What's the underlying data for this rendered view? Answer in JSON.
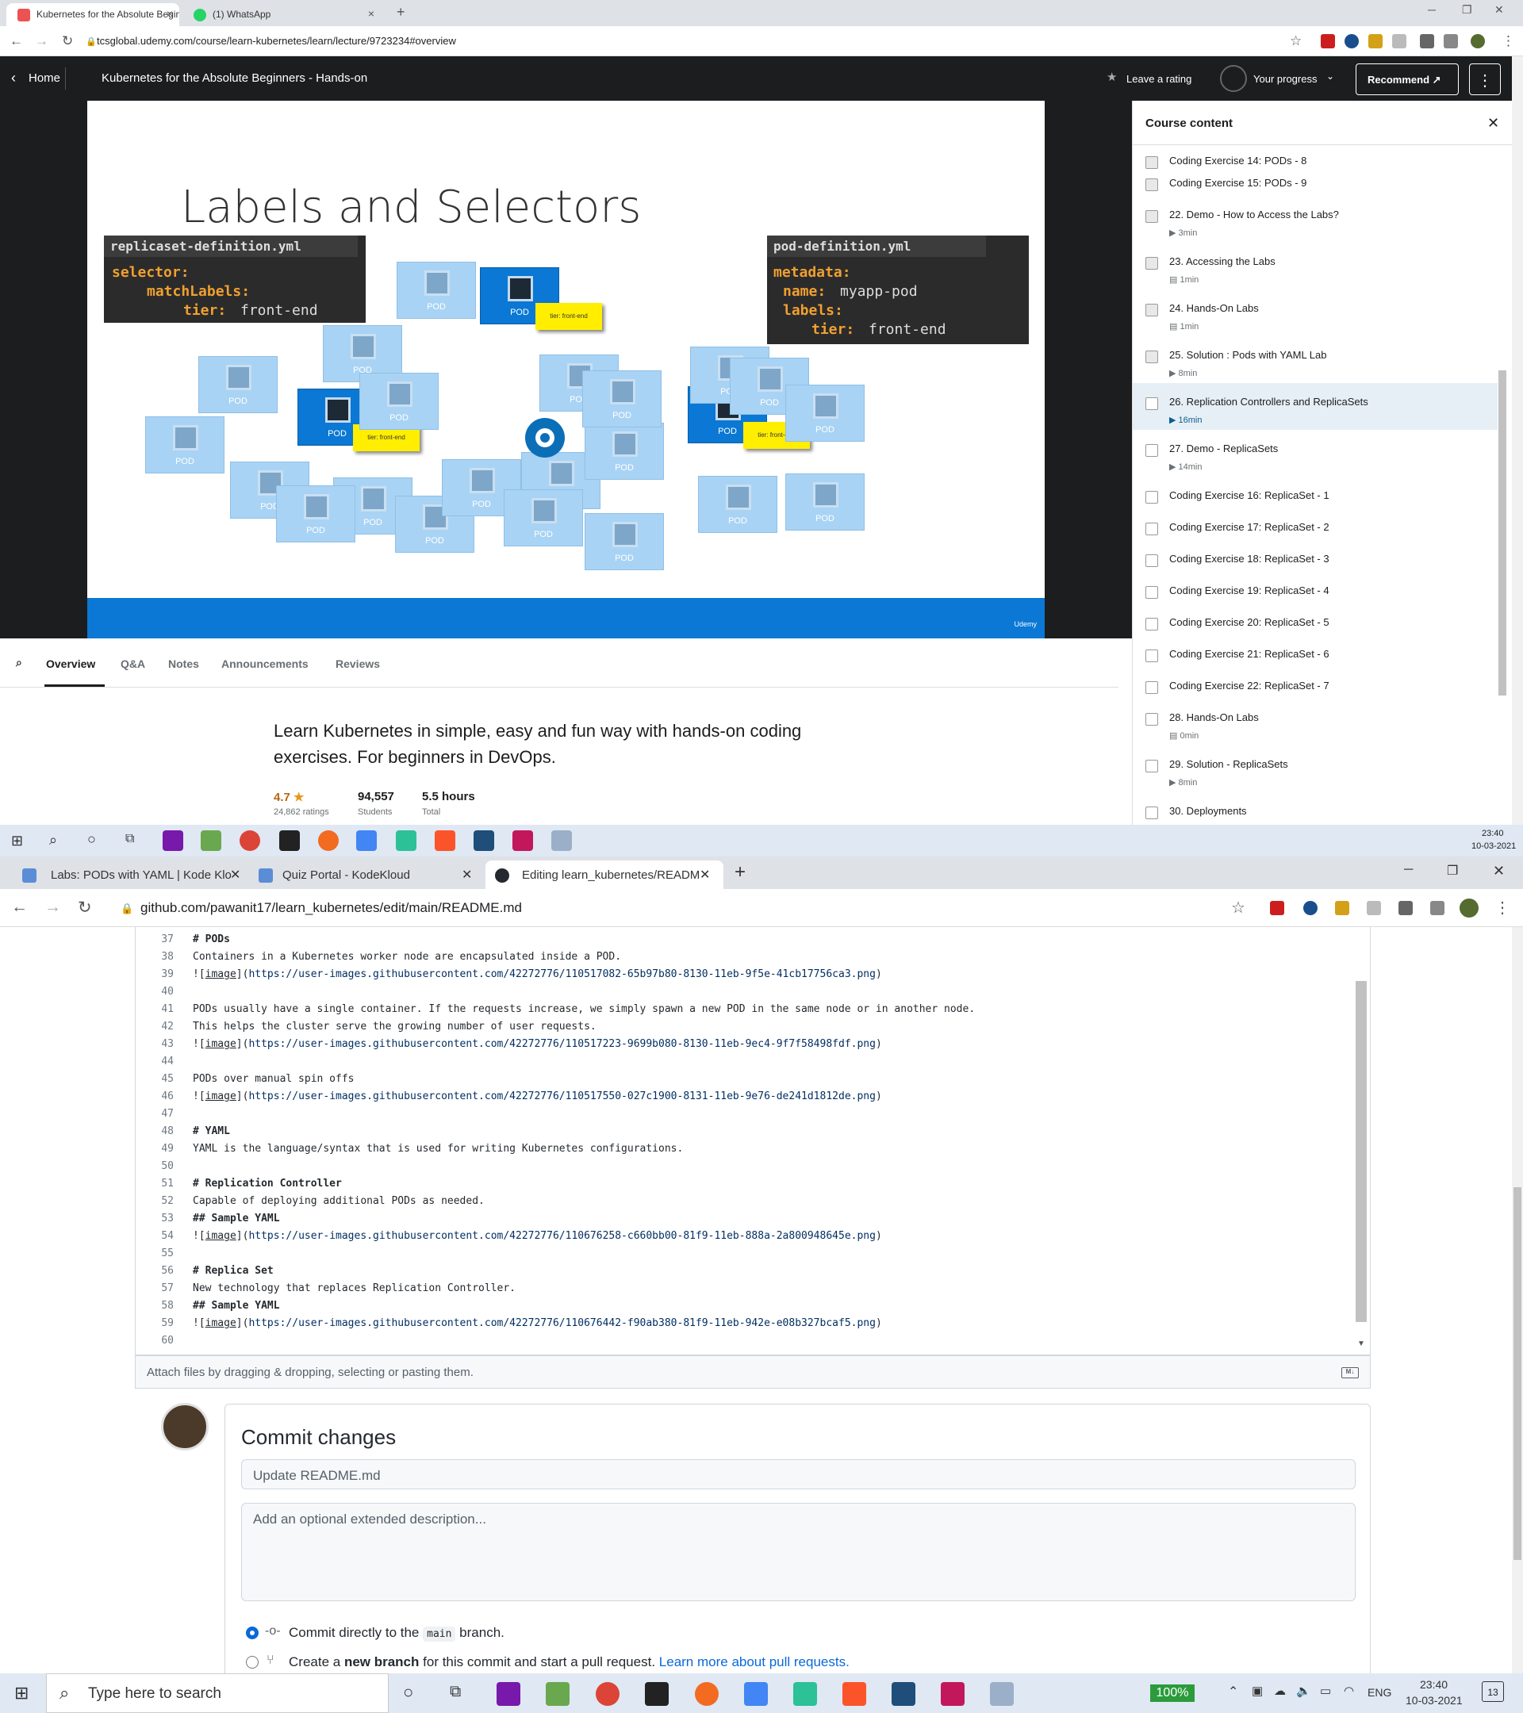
{
  "win1": {
    "tabs": [
      {
        "label": "Kubernetes for the Absolute Beginners - Hands-on",
        "icon": "udemy-icon",
        "color": "#ec5252"
      },
      {
        "label": "(1) WhatsApp",
        "icon": "whatsapp-icon",
        "color": "#25d366"
      }
    ],
    "url": "tcsglobal.udemy.com/course/learn-kubernetes/learn/lecture/9723234#overview",
    "header": {
      "home": "Home",
      "course_title": "Kubernetes for the Absolute Beginners - Hands-on",
      "rating": "Leave a rating",
      "progress": "Your progress",
      "recommend": "Recommend"
    },
    "slide": {
      "title": "Labels and Selectors",
      "left_file": "replicaset-definition.yml",
      "left_lines": [
        "selector:",
        "matchLabels:",
        "tier:",
        "front-end"
      ],
      "right_file": "pod-definition.yml",
      "right_lines": [
        "metadata:",
        "name:",
        "myapp-pod",
        "labels:",
        "tier:",
        "front-end"
      ],
      "pod_label": "POD",
      "tag_label": "tier: front-end",
      "brand": "Udemy"
    },
    "sidebar": {
      "title": "Course content",
      "items": [
        {
          "name": "Coding Exercise 14: PODs - 8",
          "meta": "",
          "done": true
        },
        {
          "name": "Coding Exercise 15: PODs - 9",
          "meta": "",
          "done": true
        },
        {
          "name": "22. Demo - How to Access the Labs?",
          "meta": "3min",
          "done": true
        },
        {
          "name": "23. Accessing the Labs",
          "meta": "1min",
          "done": true
        },
        {
          "name": "24. Hands-On Labs",
          "meta": "1min",
          "done": true
        },
        {
          "name": "25. Solution : Pods with YAML Lab",
          "meta": "8min",
          "done": true
        },
        {
          "name": "26. Replication Controllers and ReplicaSets",
          "meta": "16min",
          "done": false
        },
        {
          "name": "27. Demo - ReplicaSets",
          "meta": "14min",
          "done": false
        },
        {
          "name": "Coding Exercise 16: ReplicaSet - 1",
          "meta": "",
          "done": false
        },
        {
          "name": "Coding Exercise 17: ReplicaSet - 2",
          "meta": "",
          "done": false
        },
        {
          "name": "Coding Exercise 18: ReplicaSet - 3",
          "meta": "",
          "done": false
        },
        {
          "name": "Coding Exercise 19: ReplicaSet - 4",
          "meta": "",
          "done": false
        },
        {
          "name": "Coding Exercise 20: ReplicaSet - 5",
          "meta": "",
          "done": false
        },
        {
          "name": "Coding Exercise 21: ReplicaSet - 6",
          "meta": "",
          "done": false
        },
        {
          "name": "Coding Exercise 22: ReplicaSet - 7",
          "meta": "",
          "done": false
        },
        {
          "name": "28. Hands-On Labs",
          "meta": "0min",
          "done": false
        },
        {
          "name": "29. Solution - ReplicaSets",
          "meta": "8min",
          "done": false
        },
        {
          "name": "30. Deployments",
          "meta": "",
          "done": false
        }
      ]
    },
    "tabs_below": [
      "Overview",
      "Q&A",
      "Notes",
      "Announcements",
      "Reviews"
    ],
    "description": "Learn Kubernetes in simple, easy and fun way with hands-on coding exercises. For beginners in DevOps.",
    "stats": {
      "rating": "4.7",
      "ratings_count": "24,862 ratings",
      "students": "94,557",
      "students_label": "Students",
      "hours": "5.5 hours",
      "hours_label": "Total"
    },
    "clock": {
      "time": "23:40",
      "date": "10-03-2021"
    }
  },
  "win2": {
    "tabs": [
      {
        "label": "Labs: PODs with YAML | Kode Klo",
        "icon": "kodekloud-icon"
      },
      {
        "label": "Quiz Portal - KodeKloud",
        "icon": "kodekloud-icon"
      },
      {
        "label": "Editing learn_kubernetes/READM",
        "icon": "github-icon"
      }
    ],
    "url": "github.com/pawanit17/learn_kubernetes/edit/main/README.md",
    "editor_lines": [
      {
        "n": "37",
        "t": "# PODs",
        "h": true
      },
      {
        "n": "38",
        "t": "Containers in a Kubernetes worker node are encapsulated inside a POD."
      },
      {
        "n": "39",
        "t": "![image](https://user-images.githubusercontent.com/42272776/110517082-65b97b80-8130-11eb-9f5e-41cb17756ca3.png)",
        "l": true
      },
      {
        "n": "40",
        "t": ""
      },
      {
        "n": "41",
        "t": "PODs usually have a single container. If the requests increase, we simply spawn a new POD in the same node or in another node."
      },
      {
        "n": "42",
        "t": "This helps the cluster serve the growing number of user requests."
      },
      {
        "n": "43",
        "t": "![image](https://user-images.githubusercontent.com/42272776/110517223-9699b080-8130-11eb-9ec4-9f7f58498fdf.png)",
        "l": true
      },
      {
        "n": "44",
        "t": ""
      },
      {
        "n": "45",
        "t": "PODs over manual spin offs"
      },
      {
        "n": "46",
        "t": "![image](https://user-images.githubusercontent.com/42272776/110517550-027c1900-8131-11eb-9e76-de241d1812de.png)",
        "l": true
      },
      {
        "n": "47",
        "t": ""
      },
      {
        "n": "48",
        "t": "# YAML",
        "h": true
      },
      {
        "n": "49",
        "t": "YAML is the language/syntax that is used for writing Kubernetes configurations."
      },
      {
        "n": "50",
        "t": ""
      },
      {
        "n": "51",
        "t": "# Replication Controller",
        "h": true
      },
      {
        "n": "52",
        "t": "Capable of deploying additional PODs as needed."
      },
      {
        "n": "53",
        "t": "## Sample YAML",
        "h": true
      },
      {
        "n": "54",
        "t": "![image](https://user-images.githubusercontent.com/42272776/110676258-c660bb00-81f9-11eb-888a-2a800948645e.png)",
        "l": true
      },
      {
        "n": "55",
        "t": ""
      },
      {
        "n": "56",
        "t": "# Replica Set",
        "h": true
      },
      {
        "n": "57",
        "t": "New technology that replaces Replication Controller."
      },
      {
        "n": "58",
        "t": "## Sample YAML",
        "h": true
      },
      {
        "n": "59",
        "t": "![image](https://user-images.githubusercontent.com/42272776/110676442-f90ab380-81f9-11eb-942e-e08b327bcaf5.png)",
        "l": true
      },
      {
        "n": "60",
        "t": ""
      }
    ],
    "attach": "Attach files by dragging & dropping, selecting or pasting them.",
    "commit": {
      "title": "Commit changes",
      "summary_placeholder": "Update README.md",
      "desc_placeholder": "Add an optional extended description...",
      "opt1_pre": "Commit directly to the",
      "opt1_branch": "main",
      "opt1_post": "branch.",
      "opt2_pre": "Create a",
      "opt2_bold": "new branch",
      "opt2_post": "for this commit and start a pull request.",
      "opt2_link": "Learn more about pull requests."
    }
  },
  "taskbar": {
    "search": "Type here to search",
    "battery": "100%",
    "lang": "ENG",
    "time": "23:40",
    "date": "10-03-2021",
    "notif": "13"
  }
}
